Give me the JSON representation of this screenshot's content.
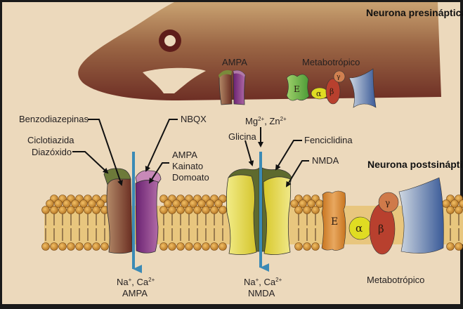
{
  "title_presynaptic": "Neurona presináptica",
  "title_postsynaptic": "Neurona postsináptica",
  "presynaptic": {
    "ampa_label": "AMPA",
    "metabotropic_label": "Metabotrópico",
    "subunits": {
      "effector": "E",
      "alpha": "α",
      "beta": "β",
      "gamma": "γ"
    }
  },
  "ions_mg_zn": {
    "mg": "Mg",
    "mg_charge": "2+",
    "sep": ", ",
    "zn": "Zn",
    "zn_charge": "2+"
  },
  "ampa_receptor": {
    "labels": {
      "benzodiazepinas": "Benzodiazepinas",
      "ciclotiazida": "Ciclotiazida",
      "diazoxido": "Diazóxido",
      "nbqx": "NBQX",
      "agonist1": "AMPA",
      "agonist2": "Kainato",
      "agonist3": "Domoato"
    },
    "ions": {
      "na": "Na",
      "na_charge": "+",
      "sep": ", ",
      "ca": "Ca",
      "ca_charge": "2+"
    },
    "name": "AMPA"
  },
  "nmda_receptor": {
    "labels": {
      "glicina": "Glicina",
      "fenciclidina": "Fenciclidina",
      "nmda": "NMDA"
    },
    "ions": {
      "na": "Na",
      "na_charge": "+",
      "sep": ", ",
      "ca": "Ca",
      "ca_charge": "2+"
    },
    "name": "NMDA"
  },
  "metabotropic_receptor": {
    "subunits": {
      "effector": "E",
      "alpha": "α",
      "beta": "β",
      "gamma": "γ"
    },
    "name": "Metabotrópico"
  },
  "colors": {
    "background": "#ecd9bc",
    "neuron": "#7a3f2c",
    "ion_channel_arrow": "#3b8ab5",
    "ampa_left": "#8a5a3a",
    "ampa_right": "#7a2f7e",
    "nmda": "#dccb3a",
    "nmda_cap": "#5e6a2e",
    "effector": "#d0832a",
    "alpha": "#dcd820",
    "beta": "#b8402e",
    "gamma": "#cf7a4a",
    "receptor_blue": "#4a6aa0"
  }
}
